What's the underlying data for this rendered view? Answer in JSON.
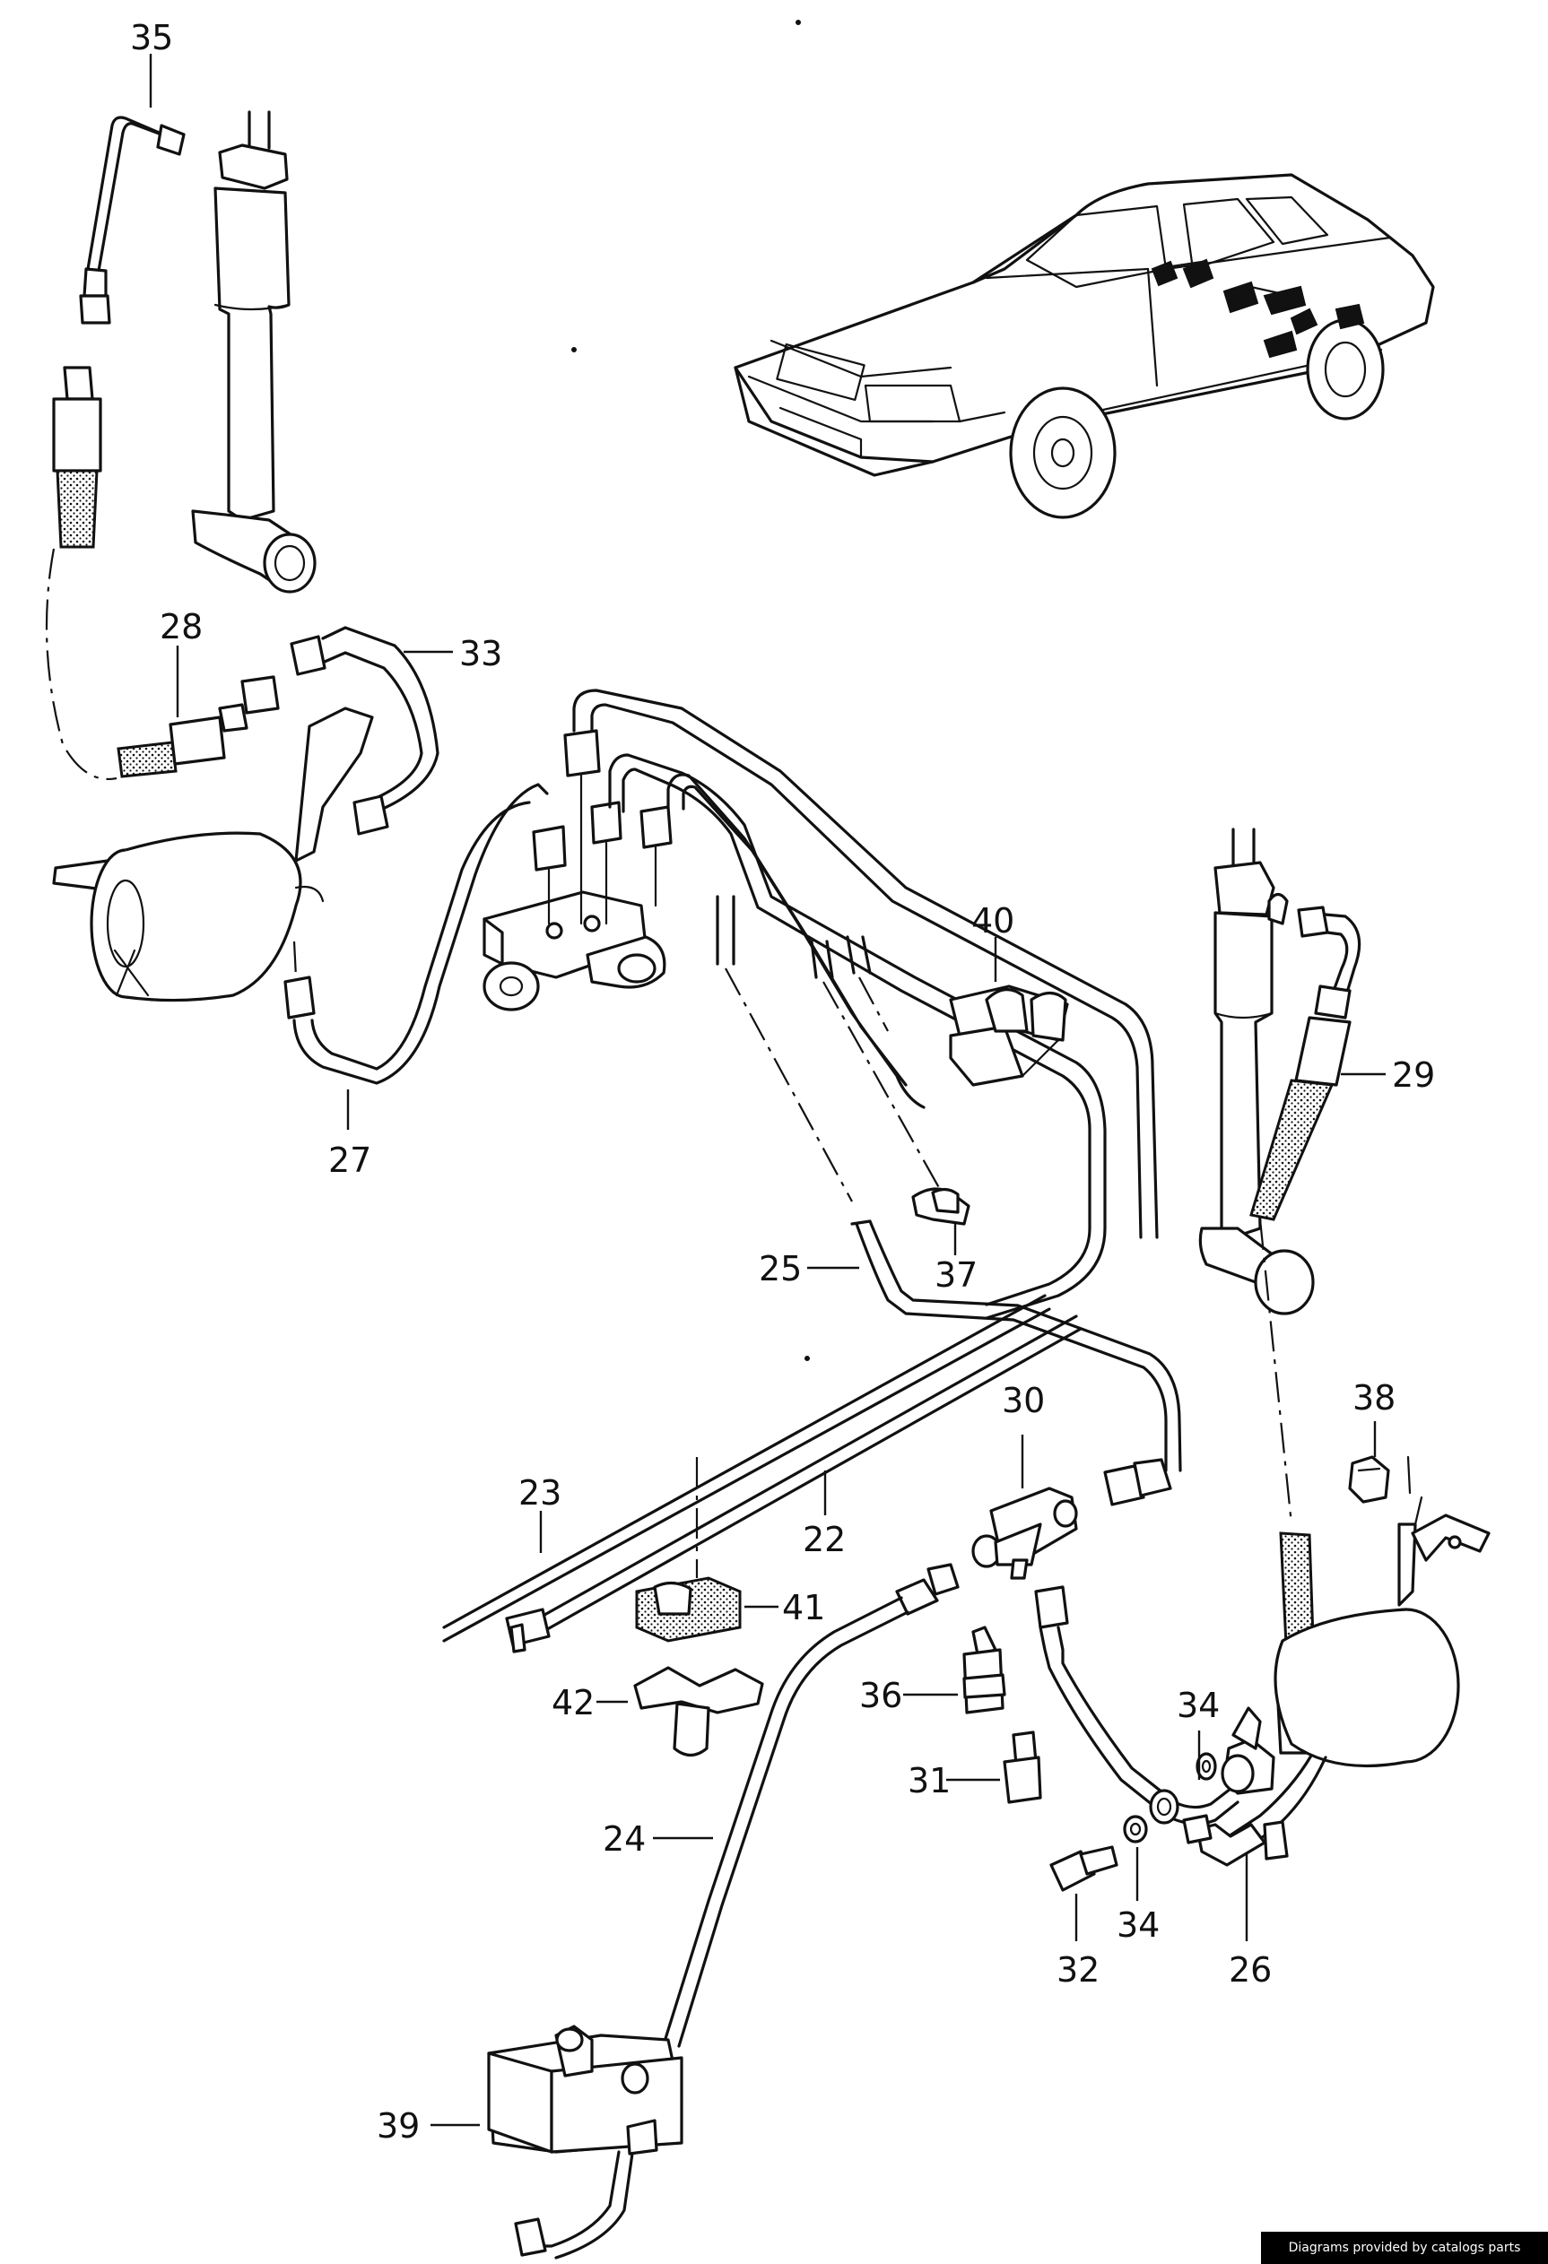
{
  "callouts": [
    "35",
    "28",
    "33",
    "27",
    "40",
    "29",
    "37",
    "25",
    "30",
    "38",
    "23",
    "22",
    "41",
    "42",
    "36",
    "31",
    "24",
    "34",
    "34",
    "32",
    "26",
    "39"
  ],
  "credit": "Diagrams provided by catalogs parts"
}
